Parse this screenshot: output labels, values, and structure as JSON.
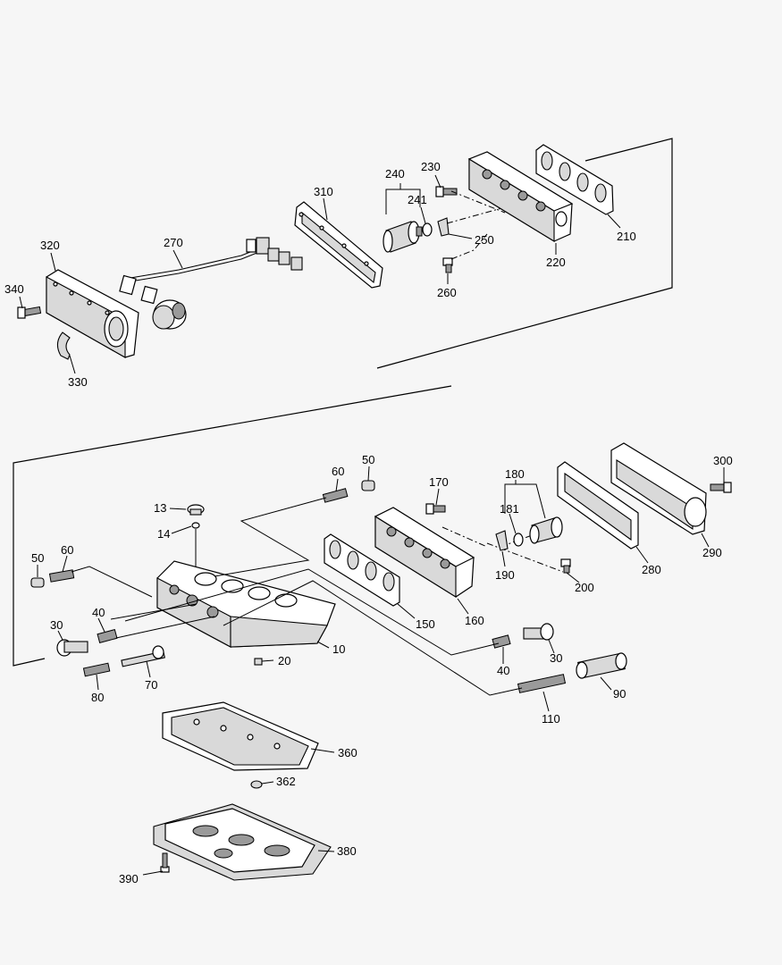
{
  "callouts": [
    {
      "id": "c210",
      "text": "210"
    },
    {
      "id": "c220",
      "text": "220"
    },
    {
      "id": "c230",
      "text": "230"
    },
    {
      "id": "c240",
      "text": "240"
    },
    {
      "id": "c241",
      "text": "241"
    },
    {
      "id": "c250",
      "text": "250"
    },
    {
      "id": "c260",
      "text": "260"
    },
    {
      "id": "c270",
      "text": "270"
    },
    {
      "id": "c310",
      "text": "310"
    },
    {
      "id": "c320",
      "text": "320"
    },
    {
      "id": "c330",
      "text": "330"
    },
    {
      "id": "c340",
      "text": "340"
    },
    {
      "id": "c10",
      "text": "10"
    },
    {
      "id": "c13",
      "text": "13"
    },
    {
      "id": "c14",
      "text": "14"
    },
    {
      "id": "c20",
      "text": "20"
    },
    {
      "id": "c30a",
      "text": "30"
    },
    {
      "id": "c30b",
      "text": "30"
    },
    {
      "id": "c40a",
      "text": "40"
    },
    {
      "id": "c40b",
      "text": "40"
    },
    {
      "id": "c50a",
      "text": "50"
    },
    {
      "id": "c50b",
      "text": "50"
    },
    {
      "id": "c60a",
      "text": "60"
    },
    {
      "id": "c60b",
      "text": "60"
    },
    {
      "id": "c70",
      "text": "70"
    },
    {
      "id": "c80",
      "text": "80"
    },
    {
      "id": "c90",
      "text": "90"
    },
    {
      "id": "c110",
      "text": "110"
    },
    {
      "id": "c150",
      "text": "150"
    },
    {
      "id": "c160",
      "text": "160"
    },
    {
      "id": "c170",
      "text": "170"
    },
    {
      "id": "c180",
      "text": "180"
    },
    {
      "id": "c181",
      "text": "181"
    },
    {
      "id": "c190",
      "text": "190"
    },
    {
      "id": "c200",
      "text": "200"
    },
    {
      "id": "c280",
      "text": "280"
    },
    {
      "id": "c290",
      "text": "290"
    },
    {
      "id": "c300",
      "text": "300"
    },
    {
      "id": "c360",
      "text": "360"
    },
    {
      "id": "c362",
      "text": "362"
    },
    {
      "id": "c380",
      "text": "380"
    },
    {
      "id": "c390",
      "text": "390"
    }
  ]
}
